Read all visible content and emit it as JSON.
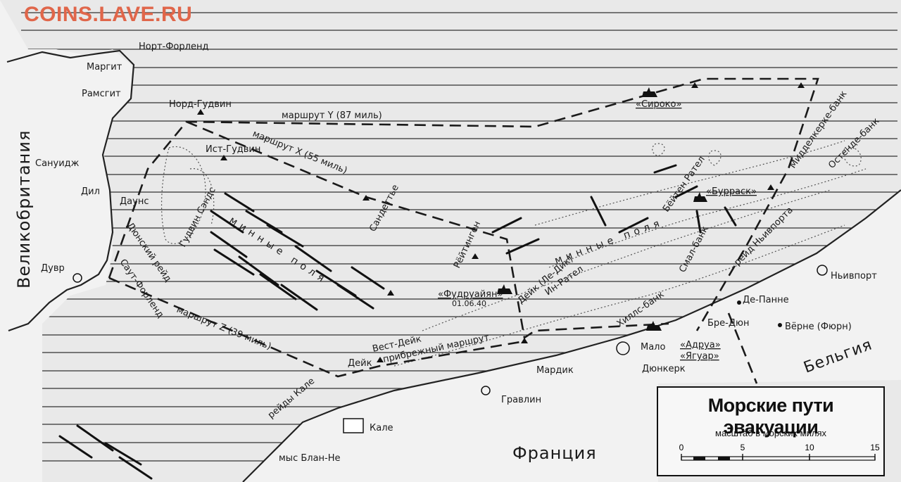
{
  "watermark": "COINS.LAVE.RU",
  "title": "Морские пути эвакуации",
  "scale": {
    "caption": "масштаб в морских милях",
    "ticks": [
      "0",
      "5",
      "10",
      "15"
    ]
  },
  "countries": {
    "uk": "Великобритания",
    "france": "Франция",
    "belgium": "Бельгия"
  },
  "places": {
    "north_foreland": "Норт-Форленд",
    "margate": "Маргит",
    "ramsgate": "Рамсгит",
    "sanduidzh": "Сануидж",
    "deal": "Дил",
    "downs": "Даунс",
    "dover": "Дувр",
    "south_foreland": "Саут-Форленд",
    "dunkirk_rade": "Дюнский рейд",
    "calais_rade": "рейды Кале",
    "calais": "Кале",
    "cap_blanc_nez": "мыс Блан-Не",
    "gravelines": "Гравлин",
    "mardyck": "Мардик",
    "dunkerque": "Дюнкерк",
    "malo": "Мало",
    "bray_dunes": "Бре-Дюн",
    "de_panne": "Де-Панне",
    "veurne": "Вёрне (Фюрн)",
    "nieuwpoort": "Ньивпорт"
  },
  "banks": {
    "north_goodwin": "Норд-Гудвин",
    "east_goodwin": "Ист-Гудвин",
    "goodwin_sands": "Гудвин Сэндс",
    "sandettie": "Сандеттье",
    "ruytingen": "Рёйтинген",
    "dyck": "Дейк (Ле-Дик)",
    "in_ratel": "Ин-Рател",
    "buiten_ratel": "Бёйтен Рател",
    "middelkerke": "Миддел­керке-банк",
    "ostende": "Остенде-банк",
    "smal_bank": "Смал-банк",
    "hills_bank": "Хиллс-банк",
    "west_dyck": "Вест-Дейк",
    "dyck_short": "Дейк",
    "nieuwpoort_rade": "рейд Ньивпорта"
  },
  "routes": {
    "y": "маршрут Y (87 миль)",
    "x": "маршрут X (55 миль)",
    "z": "маршрут Z (39 миль)",
    "coastal": "прибрежный маршрут"
  },
  "minefields": {
    "a": "минные поля",
    "b": "минные поля"
  },
  "ships": {
    "sirocco": "«Сироко»",
    "bourrasque": "«Бурраск»",
    "foudroyant": "«Фудруайян»",
    "foudroyant_date": "01.06.40",
    "adroit": "«Адруа»",
    "jaguar": "«Ягуар»"
  }
}
